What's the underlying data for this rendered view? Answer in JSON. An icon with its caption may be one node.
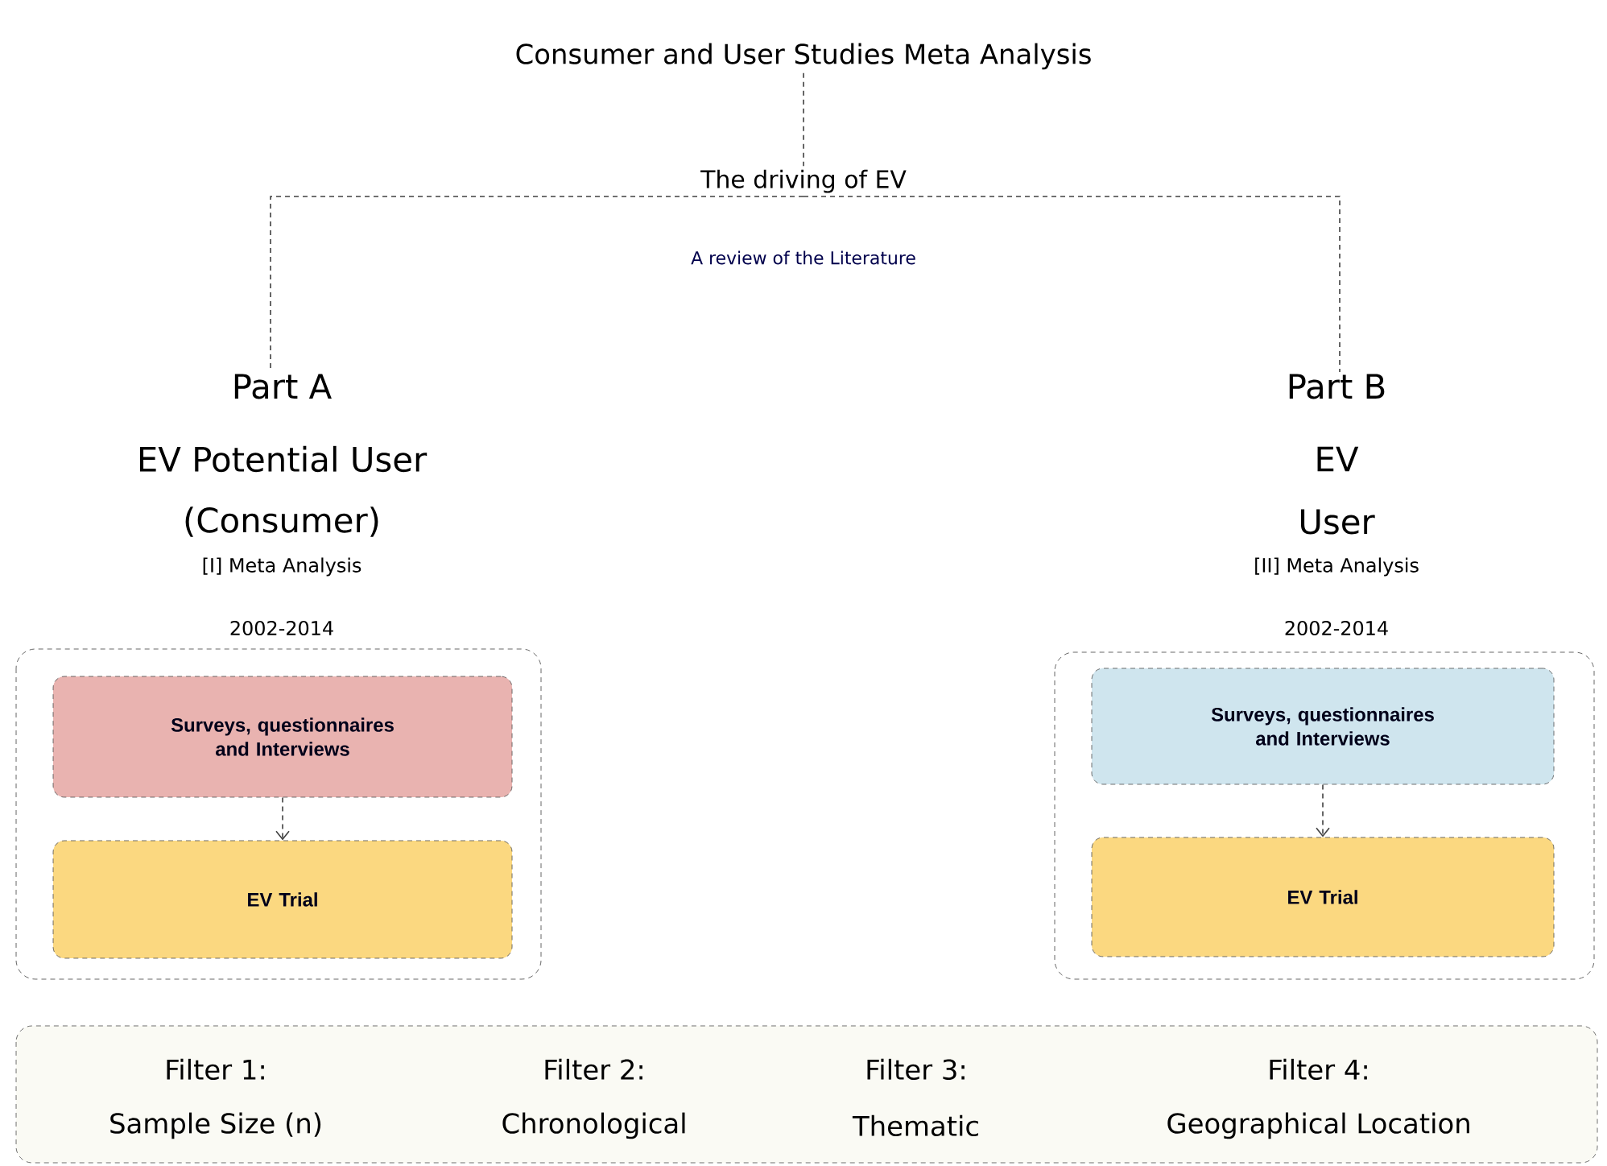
{
  "diagram": {
    "nodes": [
      {
        "text": [
          "Consumer and User Studies Meta Analysis"
        ]
      },
      {
        "text": [
          "The driving of EV"
        ]
      },
      {
        "text": [
          "Part A",
          "EV Potential User",
          "(Consumer)",
          "[I] Meta Analysis",
          "2002-2014"
        ]
      },
      {
        "text": [
          "Surveys, questionnaires and Interviews"
        ],
        "in": 2
      },
      {
        "text": [
          "EV Trial"
        ],
        "in": 2
      },
      {
        "text": [
          "Part B",
          "EV",
          "User",
          "[II] Meta Analysis",
          "2002-2014"
        ]
      },
      {
        "text": [
          "Surveys, questionnaires and Interviews"
        ],
        "in": 5
      },
      {
        "text": [
          "EV Trial"
        ],
        "in": 5
      },
      {
        "text": [
          "Filter 1:",
          "Sample Size (n)",
          "Filter 2:",
          "Chronological",
          "Filter 3:",
          "Thematic",
          "Filter 4:",
          "Geographical Location"
        ]
      }
    ],
    "edges": [
      {
        "from": 0,
        "to": 1,
        "arrow": "none"
      },
      {
        "from": 1,
        "to": 2,
        "arrow": "none"
      },
      {
        "from": 1,
        "to": 5,
        "arrow": "none"
      },
      {
        "from": 3,
        "to": 4,
        "arrow": "to"
      },
      {
        "from": 6,
        "to": 7,
        "arrow": "to"
      }
    ],
    "labels": [
      "A review of the Literature"
    ]
  }
}
